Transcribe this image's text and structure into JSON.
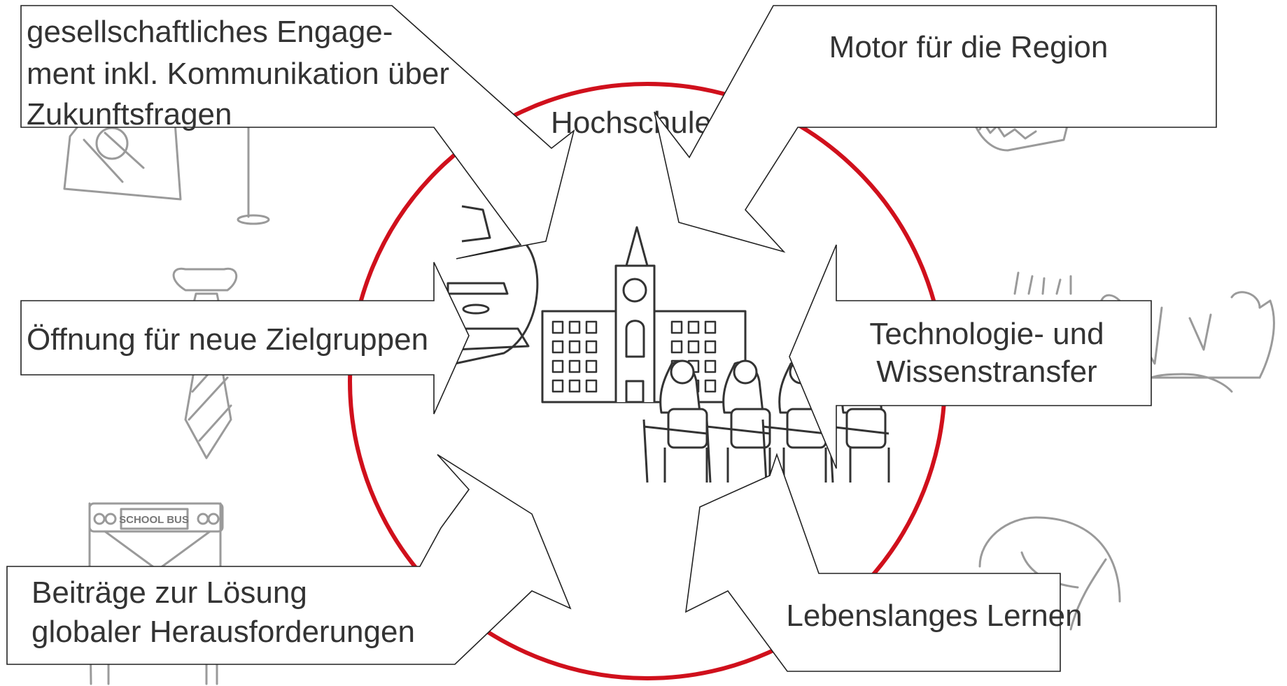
{
  "diagram": {
    "center_title": "Hochschule",
    "accent_color": "#d0101c",
    "callouts": [
      {
        "id": "engagement",
        "lines": [
          "gesellschaftliches Engage-",
          "ment inkl. Kommunikation über",
          "Zukunftsfragen"
        ]
      },
      {
        "id": "region",
        "lines": [
          "Motor für die Region"
        ]
      },
      {
        "id": "zielgruppen",
        "lines": [
          "Öffnung für neue Zielgruppen"
        ]
      },
      {
        "id": "transfer",
        "lines": [
          "Technologie- und",
          "Wissenstransfer"
        ]
      },
      {
        "id": "global",
        "lines": [
          "Beiträge zur Lösung",
          "globaler Herausforderungen"
        ]
      },
      {
        "id": "lernen",
        "lines": [
          "Lebenslanges Lernen"
        ]
      }
    ],
    "background_illustrations": [
      "balance-icon",
      "microscope-icon",
      "tie-icon",
      "school-bus-icon",
      "university-building-icon",
      "students-icon",
      "crowd-icon",
      "globe-icon",
      "brain-icon"
    ],
    "bus_sign_text": "SCHOOL BUS"
  }
}
